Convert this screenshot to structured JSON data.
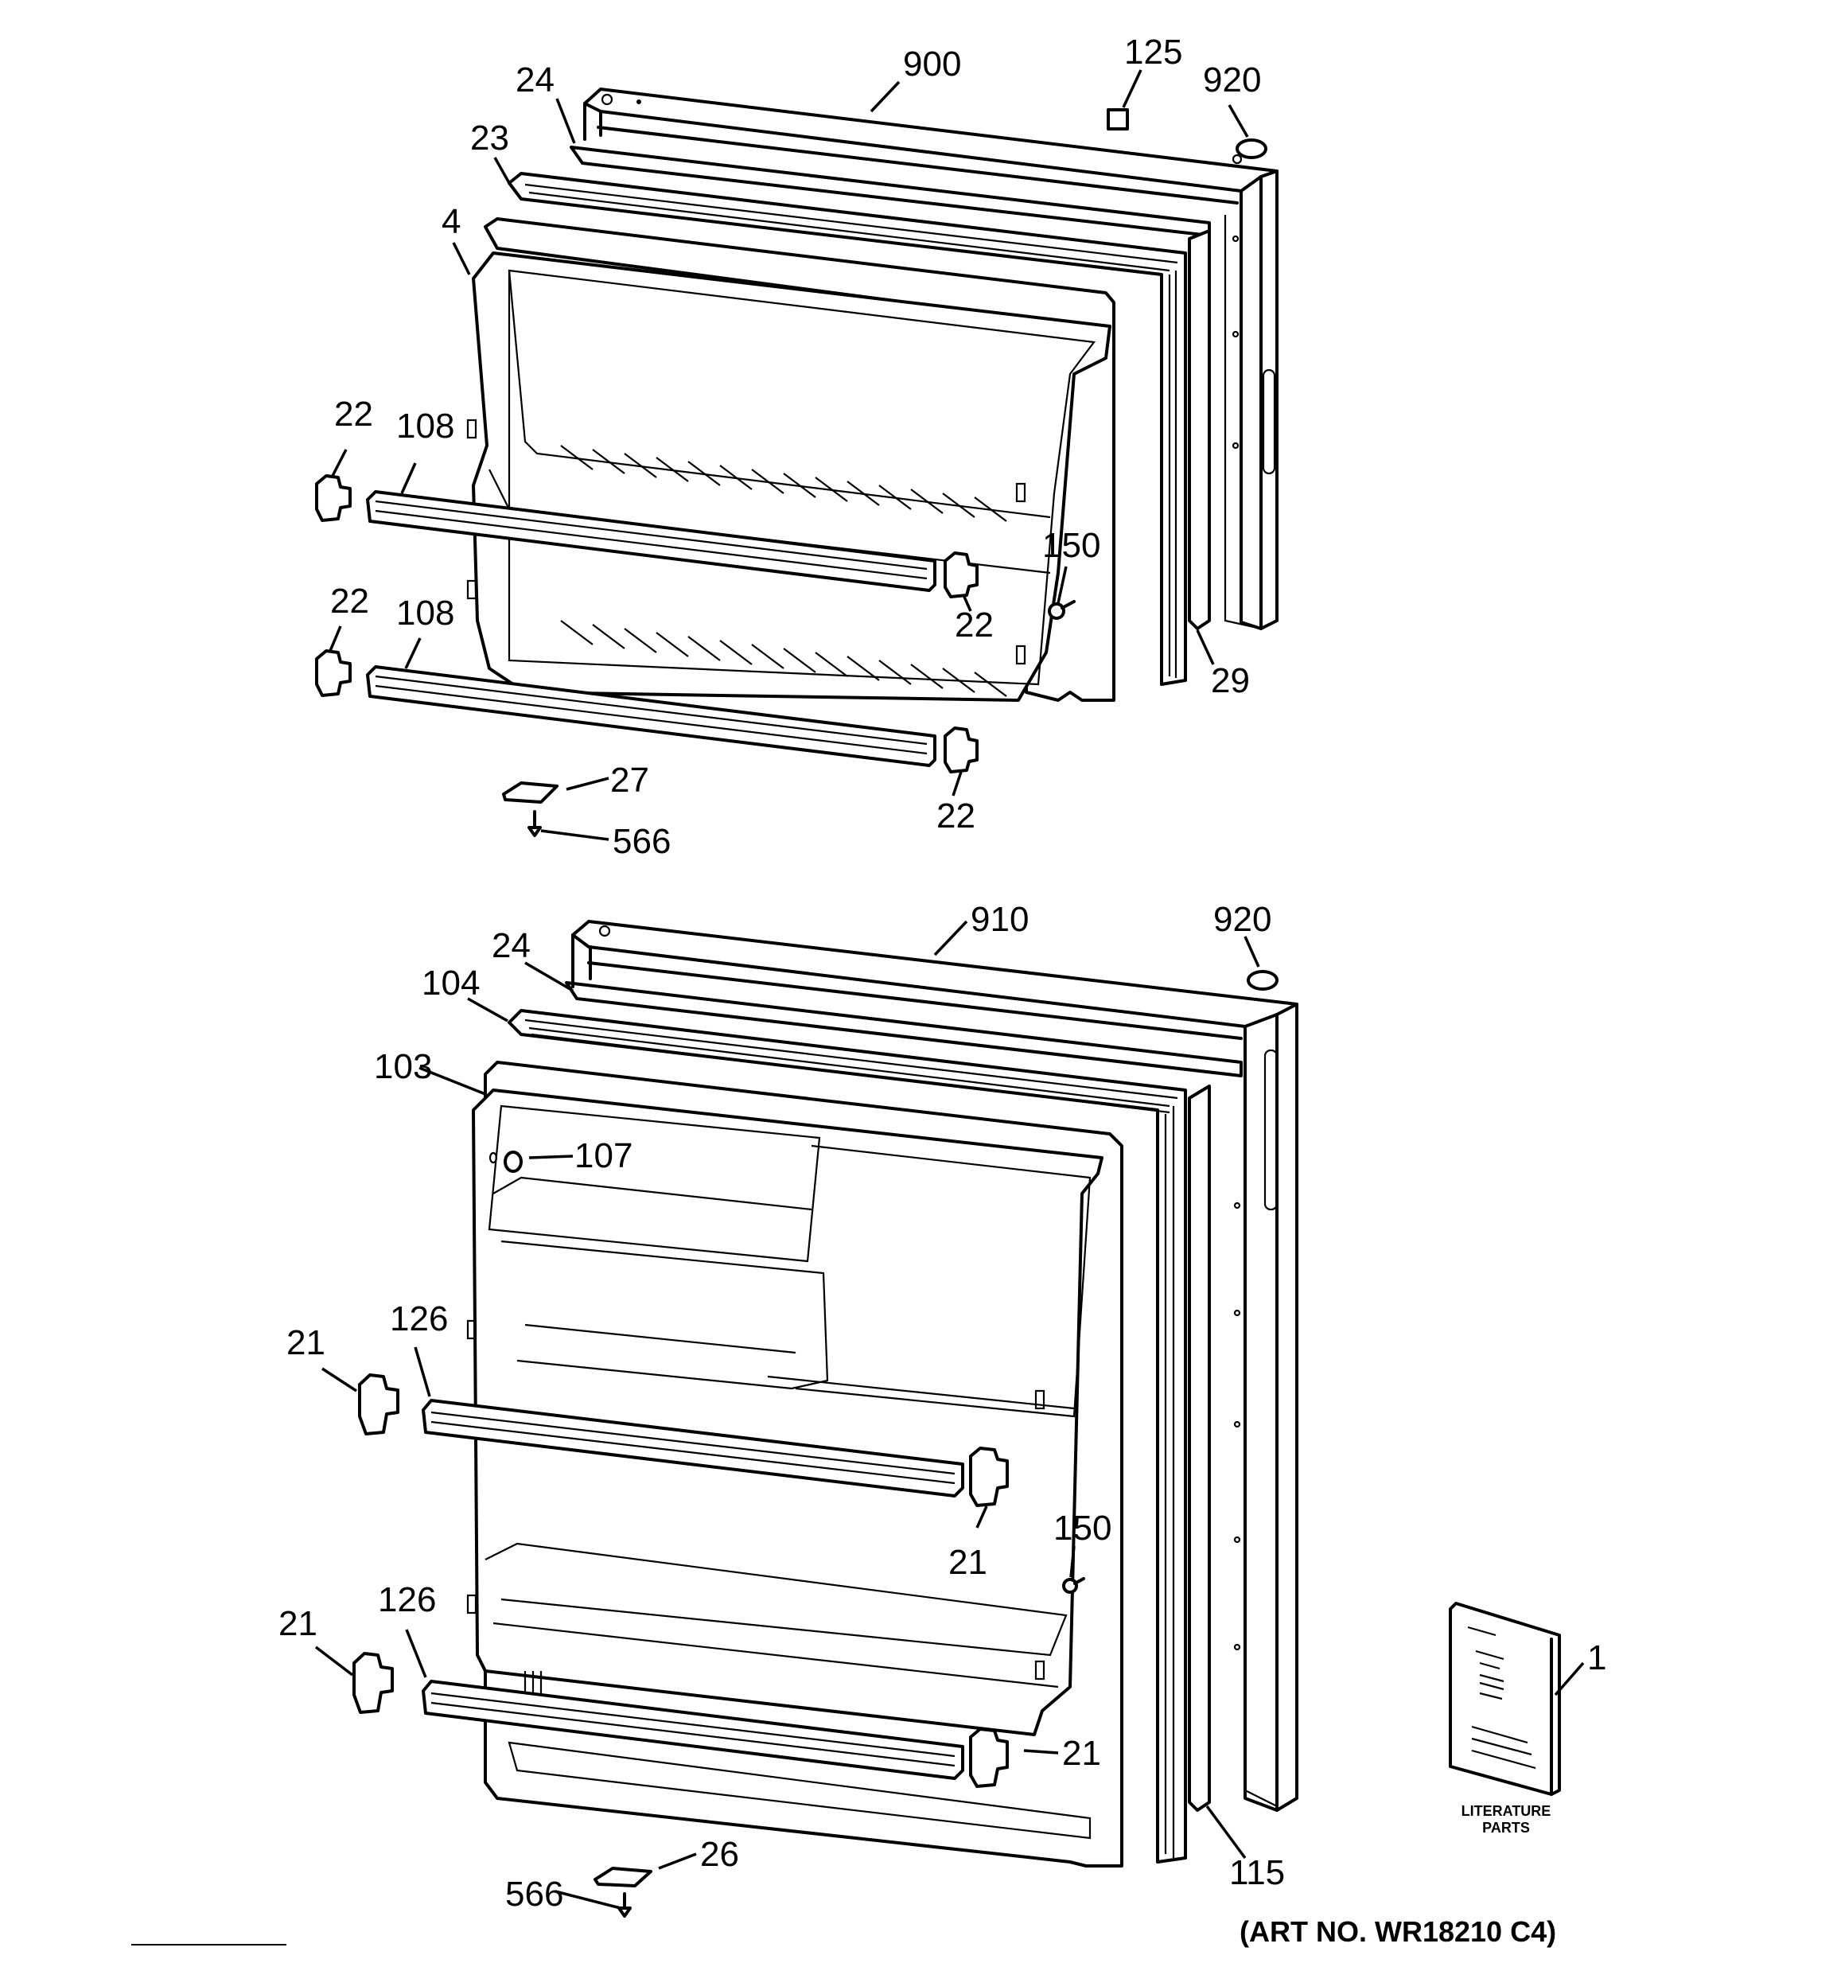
{
  "diagram": {
    "title_caption": "(ART NO. WR18210 C4)",
    "literature_label_line1": "LITERATURE",
    "literature_label_line2": "PARTS",
    "upper_assembly": {
      "name": "freezer-door",
      "callouts": [
        {
          "id": "c900",
          "label": "900",
          "part": "door-outer-shell"
        },
        {
          "id": "c125",
          "label": "125",
          "part": "plug"
        },
        {
          "id": "c920a",
          "label": "920",
          "part": "hinge-bushing"
        },
        {
          "id": "c24a",
          "label": "24",
          "part": "trim-strip"
        },
        {
          "id": "c23",
          "label": "23",
          "part": "gasket"
        },
        {
          "id": "c4",
          "label": "4",
          "part": "door-liner"
        },
        {
          "id": "c22a",
          "label": "22",
          "part": "shelf-bar-end-cap-left-upper"
        },
        {
          "id": "c108a",
          "label": "108",
          "part": "shelf-bar-upper"
        },
        {
          "id": "c22b",
          "label": "22",
          "part": "shelf-bar-end-cap-right-upper"
        },
        {
          "id": "c150a",
          "label": "150",
          "part": "screw"
        },
        {
          "id": "c29",
          "label": "29",
          "part": "door-stop-strip"
        },
        {
          "id": "c22c",
          "label": "22",
          "part": "shelf-bar-end-cap-left-lower"
        },
        {
          "id": "c108b",
          "label": "108",
          "part": "shelf-bar-lower"
        },
        {
          "id": "c22d",
          "label": "22",
          "part": "shelf-bar-end-cap-right-lower"
        },
        {
          "id": "c27",
          "label": "27",
          "part": "hinge-plate"
        },
        {
          "id": "c566a",
          "label": "566",
          "part": "hinge-screw"
        }
      ]
    },
    "lower_assembly": {
      "name": "fresh-food-door",
      "callouts": [
        {
          "id": "c910",
          "label": "910",
          "part": "door-outer-shell"
        },
        {
          "id": "c920b",
          "label": "920",
          "part": "hinge-bushing"
        },
        {
          "id": "c24b",
          "label": "24",
          "part": "trim-strip"
        },
        {
          "id": "c104",
          "label": "104",
          "part": "gasket"
        },
        {
          "id": "c103",
          "label": "103",
          "part": "door-liner"
        },
        {
          "id": "c107",
          "label": "107",
          "part": "button"
        },
        {
          "id": "c21a",
          "label": "21",
          "part": "shelf-bar-end-cap-left-upper"
        },
        {
          "id": "c126a",
          "label": "126",
          "part": "shelf-bar-upper"
        },
        {
          "id": "c21b",
          "label": "21",
          "part": "shelf-bar-end-cap-right-upper"
        },
        {
          "id": "c150b",
          "label": "150",
          "part": "screw"
        },
        {
          "id": "c21c",
          "label": "21",
          "part": "shelf-bar-end-cap-left-lower"
        },
        {
          "id": "c126b",
          "label": "126",
          "part": "shelf-bar-lower"
        },
        {
          "id": "c21d",
          "label": "21",
          "part": "shelf-bar-end-cap-right-lower"
        },
        {
          "id": "c115",
          "label": "115",
          "part": "door-stop-strip"
        },
        {
          "id": "c26",
          "label": "26",
          "part": "hinge-plate"
        },
        {
          "id": "c566b",
          "label": "566",
          "part": "hinge-screw"
        },
        {
          "id": "c1",
          "label": "1",
          "part": "literature"
        }
      ]
    }
  }
}
